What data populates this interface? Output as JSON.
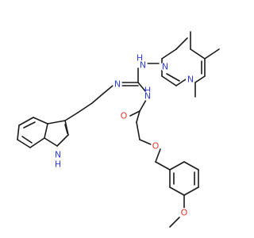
{
  "diagram": {
    "type": "chemical-structure",
    "colors": {
      "carbon_bond": "#1a1a1a",
      "nitrogen": "#2d3ee8",
      "oxygen": "#e23b2b",
      "background": "#ffffff"
    },
    "atom_labels": {
      "pyrimidine_n1": "N",
      "pyrimidine_n3": "N",
      "amine_nh_top": "N",
      "amine_h_top": "H",
      "imine_n": "N",
      "amide_nh": "N",
      "amide_h": "H",
      "carbonyl_o": "O",
      "ether_o": "O",
      "indole_n": "N",
      "indole_h": "H",
      "methoxy_o": "O"
    }
  }
}
